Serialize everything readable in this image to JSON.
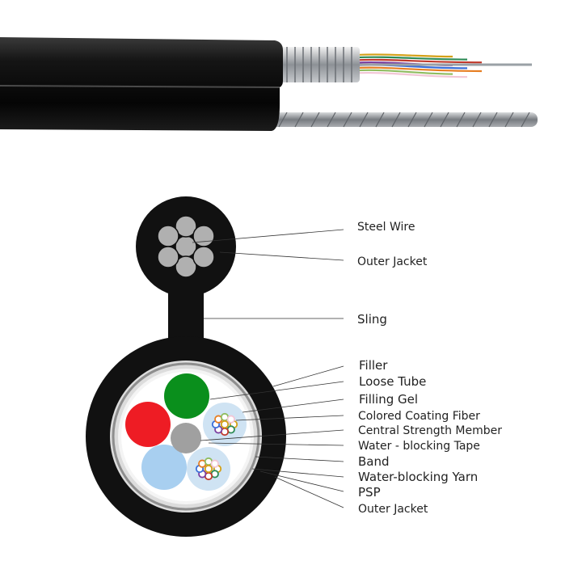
{
  "photo": {
    "jacket_color": "#0d0d0d",
    "armor_color": "#b8bcc0",
    "steel_wire_color": "#9a9ea3",
    "fiber_colors": [
      "#d4a017",
      "#2e8b57",
      "#c0392b",
      "#7b3fa0",
      "#3a6fd8",
      "#e67e22",
      "#8fbc5f",
      "#f2c6d6"
    ]
  },
  "diagram": {
    "colors": {
      "jacket": "#111111",
      "inner_sheath": "#dcdcdc",
      "tube_green": "#0a8f1c",
      "tube_red": "#ee1c24",
      "tube_lightblue": "#a8cff0",
      "filler_pale": "#cfe3f3",
      "central_member": "#a0a0a0",
      "steel_wire": "#b0b0b0"
    },
    "labels": {
      "steel_wire": "Steel Wire",
      "outer_jacket_top": "Outer Jacket",
      "sling": "Sling",
      "filler": "Filler",
      "loose_tube": "Loose Tube",
      "filling_gel": "Filling Gel",
      "colored_coating_fiber": "Colored Coating Fiber",
      "central_strength_member": "Central Strength Member",
      "water_blocking_tape": "Water - blocking Tape",
      "band": "Band",
      "water_blocking_yarn": "Water-blocking Yarn",
      "psp": "PSP",
      "outer_jacket_bottom": "Outer Jacket"
    }
  }
}
